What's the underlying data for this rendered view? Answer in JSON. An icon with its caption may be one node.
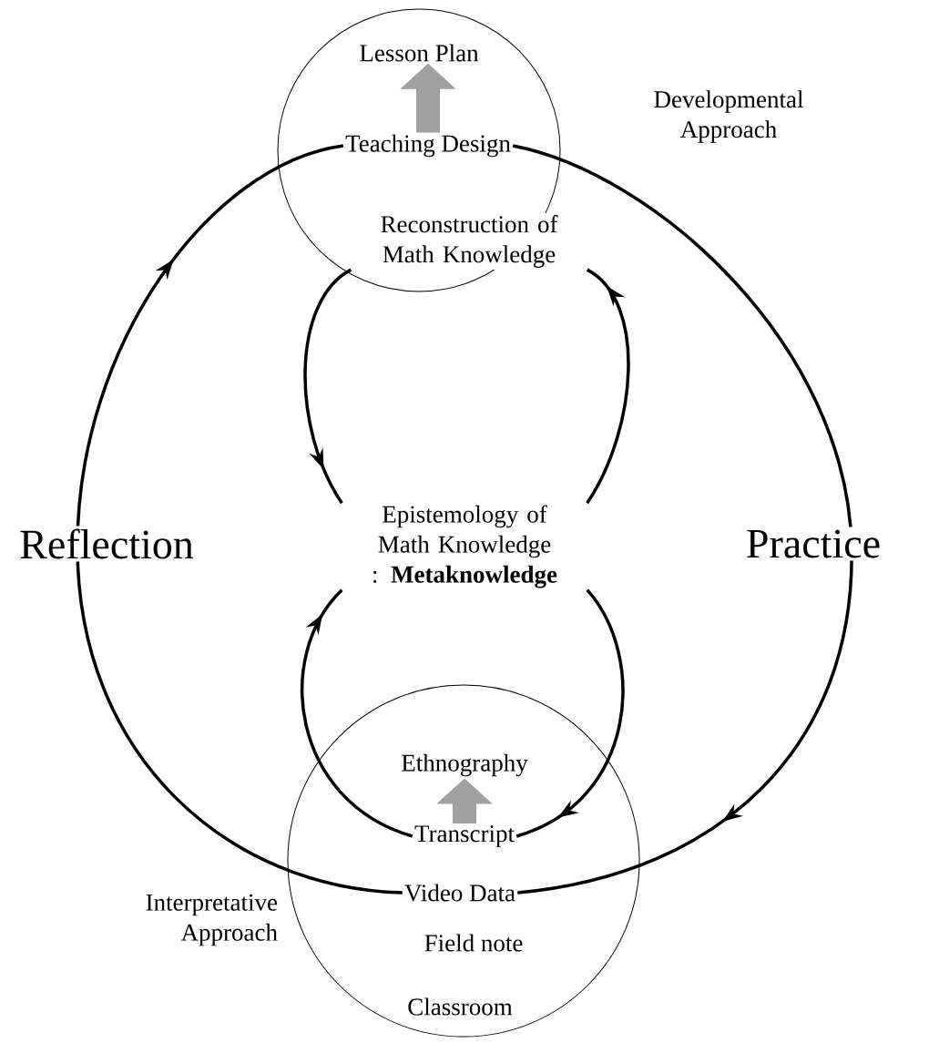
{
  "diagram": {
    "nodes": [
      {
        "text": [],
        "shape": "circle"
      },
      {
        "text": [
          "Lesson Plan"
        ],
        "in": 0
      },
      {
        "text": [
          "Teaching Design"
        ],
        "in": 0
      },
      {
        "text": [
          "Reconstruction of Math Knowledge"
        ],
        "in": 0
      },
      {
        "text": [
          "Epistemology of Math Knowledge : **Metaknowledge**"
        ]
      },
      {
        "text": [],
        "shape": "circle"
      },
      {
        "text": [
          "Ethnography"
        ],
        "in": 5
      },
      {
        "text": [
          "Transcript"
        ],
        "in": 5
      },
      {
        "text": [
          "Video Data"
        ],
        "in": 5
      },
      {
        "text": [
          "Field note"
        ],
        "in": 5
      },
      {
        "text": [
          "Classroom"
        ],
        "in": 5
      }
    ],
    "edges": [
      {
        "from": 2,
        "to": 8,
        "arrow": "to",
        "label": "Practice"
      },
      {
        "from": 8,
        "to": 2,
        "arrow": "to",
        "label": "Reflection"
      },
      {
        "from": 3,
        "to": 4,
        "arrow": "to"
      },
      {
        "from": 4,
        "to": 3,
        "arrow": "to"
      },
      {
        "from": 4,
        "to": 7,
        "arrow": "to"
      },
      {
        "from": 7,
        "to": 4,
        "arrow": "to"
      },
      {
        "from": 2,
        "to": 1,
        "arrow": "to",
        "style": "thick",
        "color": "#a0a0a0"
      },
      {
        "from": 7,
        "to": 6,
        "arrow": "to",
        "style": "thick",
        "color": "#a0a0a0"
      }
    ],
    "labels": [
      "Developmental Approach",
      "Interpretative Approach"
    ]
  }
}
